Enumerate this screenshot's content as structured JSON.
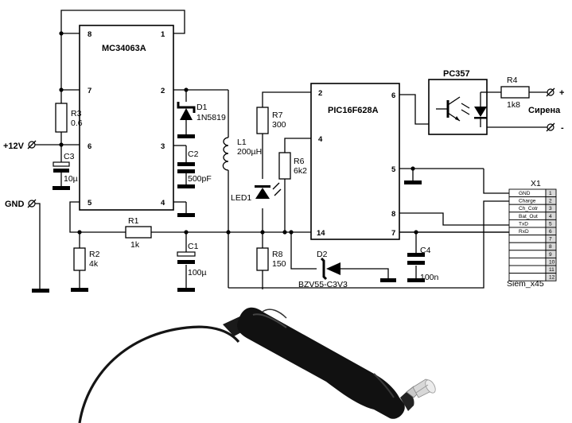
{
  "ic1": {
    "name": "MC34063A",
    "pins": [
      "8",
      "1",
      "7",
      "2",
      "6",
      "3",
      "5",
      "4"
    ]
  },
  "ic2": {
    "name": "PIC16F628A",
    "pins": [
      "2",
      "6",
      "4",
      "5",
      "8",
      "14",
      "7"
    ]
  },
  "opto": {
    "name": "PC357"
  },
  "components": {
    "r3": "R3",
    "r3_val": "0.6",
    "c3": "C3",
    "c3_val": "10µ",
    "d1": "D1",
    "d1_val": "1N5819",
    "c2": "C2",
    "c2_val": "500pF",
    "l1": "L1",
    "l1_val": "200µH",
    "r1": "R1",
    "r1_val": "1k",
    "r2": "R2",
    "r2_val": "4k",
    "c1": "C1",
    "c1_val": "100µ",
    "r7": "R7",
    "r7_val": "300",
    "r6": "R6",
    "r6_val": "6k2",
    "led1": "LED1",
    "r8": "R8",
    "r8_val": "150",
    "d2": "D2",
    "d2_val": "BZV55-C3V3",
    "c4": "C4",
    "c4_val": "100n",
    "r4": "R4",
    "r4_val": "1k8"
  },
  "terminals": {
    "v12": "+12V",
    "gnd": "GND",
    "plus": "+",
    "minus": "-",
    "siren": "Сирена"
  },
  "connector": {
    "name": "X1",
    "part": "Siem_x45",
    "pins": [
      {
        "num": "1",
        "label": "GND"
      },
      {
        "num": "2",
        "label": "Charge"
      },
      {
        "num": "3",
        "label": "Ch_Cotr"
      },
      {
        "num": "4",
        "label": "Bat_Out"
      },
      {
        "num": "5",
        "label": "TxD"
      },
      {
        "num": "6",
        "label": "RxD"
      },
      {
        "num": "7",
        "label": ""
      },
      {
        "num": "8",
        "label": ""
      },
      {
        "num": "9",
        "label": ""
      },
      {
        "num": "10",
        "label": ""
      },
      {
        "num": "11",
        "label": ""
      },
      {
        "num": "12",
        "label": ""
      }
    ]
  }
}
